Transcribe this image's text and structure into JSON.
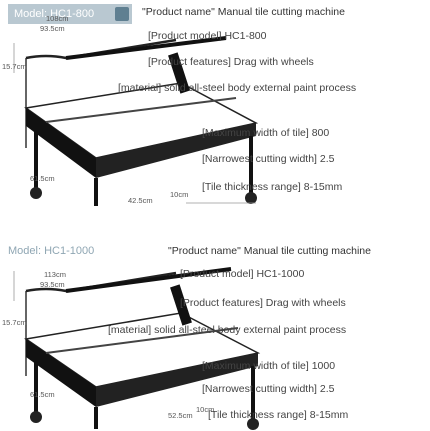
{
  "panels": [
    {
      "model_label": "Model: HC1-800",
      "product_name_line": "\"Product name\" Manual tile cutting machine",
      "specs": [
        "[Product model] HC1-800",
        "[Product features] Drag with wheels",
        "[material] solid all-steel body external paint process",
        "[Maximum width of tile] 800",
        "[Narrowest cutting width] 2.5",
        "[Tile thickness range] 8-15mm"
      ],
      "dims": {
        "top": "108cm",
        "top_sub": "93.5cm",
        "left": "15.7cm",
        "lower_left": "61.5cm",
        "bottom_width": "42.5cm",
        "bottom_small": "10cm"
      }
    },
    {
      "model_label": "Model: HC1-1000",
      "product_name_line": "\"Product name\" Manual tile cutting machine",
      "specs": [
        "[Product model] HC1-1000",
        "[Product features] Drag with wheels",
        "[material] solid all-steel body external paint process",
        "[Maximum width of tile] 1000",
        "[Narrowest cutting width] 2.5",
        "[Tile thickness range] 8-15mm"
      ],
      "dims": {
        "top": "113cm",
        "top_sub": "93.5cm",
        "left": "15.7cm",
        "lower_left": "61.5cm",
        "bottom_width": "52.5cm",
        "bottom_small": "10cm"
      }
    }
  ],
  "colors": {
    "badge_bg": "#b9c8d1",
    "badge_accent": "#5f7f91",
    "model_text": "#8fa6b3",
    "machine_black": "#111111",
    "machine_gray": "#9aa0a4"
  }
}
